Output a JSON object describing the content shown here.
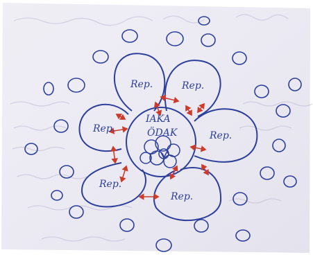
{
  "drawing": {
    "center_label_top": "IAKA",
    "center_label_bottom": "ÖDAK",
    "petals": [
      "Rep.",
      "Rep.",
      "Rep.",
      "Rep.",
      "Rep.",
      "Rep."
    ],
    "ink_color": "#2c3f9a",
    "arrow_color": "#cc3b2a",
    "paper_color": "#eceaf3"
  }
}
